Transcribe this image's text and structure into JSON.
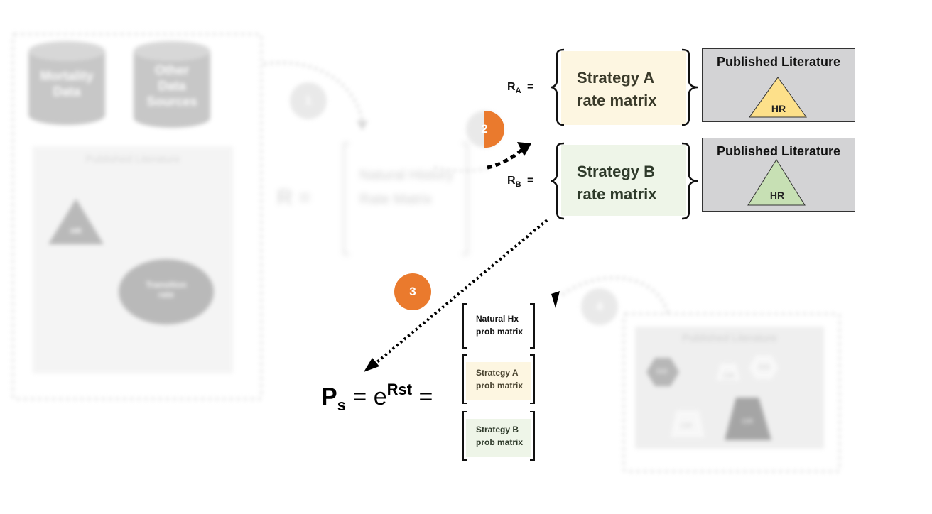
{
  "left_panel": {
    "cylinder_1": "Mortality Data",
    "cylinder_2": "Other Data Sources",
    "published_title": "Published Literature",
    "triangle_label": "HR",
    "ellipse_label": "Transition rate"
  },
  "step_badges": {
    "one": "1",
    "two": "2",
    "three": "3",
    "four": "4"
  },
  "natural_history": {
    "r_label": "R =",
    "matrix_text": "Natural History Rate Matrix"
  },
  "strategy_a": {
    "r_label_main": "R",
    "r_label_sub": "A",
    "equals": "=",
    "matrix_text": "Strategy A rate matrix",
    "lit_title": "Published Literature",
    "hr_label": "HR",
    "color": "#fdf6e1",
    "triangle_color": "#fde08a"
  },
  "strategy_b": {
    "r_label_main": "R",
    "r_label_sub": "B",
    "equals": "=",
    "matrix_text": "Strategy B rate matrix",
    "lit_title": "Published Literature",
    "hr_label": "HR",
    "color": "#eef5e8",
    "triangle_color": "#c7e0b4"
  },
  "formula": {
    "p": "P",
    "p_sub": "s",
    "eq1": "=",
    "e": "e",
    "exp": "Rst",
    "eq2": "="
  },
  "prob_matrices": [
    {
      "text": "Natural Hx prob matrix"
    },
    {
      "text": "Strategy A prob matrix"
    },
    {
      "text": "Strategy B prob matrix"
    }
  ],
  "right_panel": {
    "published_title": "Published Literature",
    "shape_labels": [
      "RR",
      "OR",
      "RR",
      "OR",
      "OR"
    ]
  }
}
